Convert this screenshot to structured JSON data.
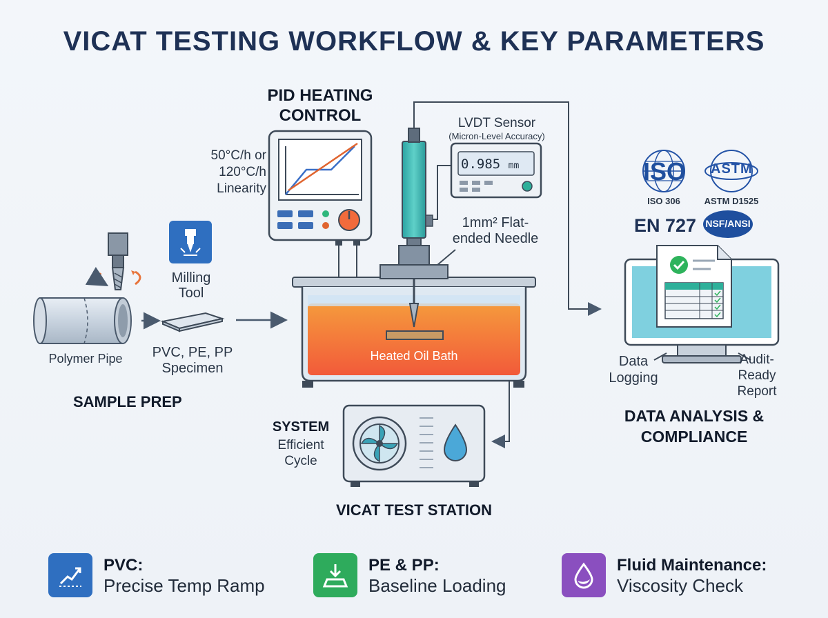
{
  "title": "VICAT TESTING WORKFLOW & KEY PARAMETERS",
  "sample_prep": {
    "header": "SAMPLE PREP",
    "pipe_label": "Polymer Pipe",
    "tool_label": "Milling Tool",
    "specimen_label": "PVC, PE, PP Specimen"
  },
  "pid": {
    "header": "PID HEATING CONTROL",
    "rate_label": "50°C/h or 120°C/h Linearity"
  },
  "lvdt": {
    "title": "LVDT Sensor",
    "subtitle": "(Micron-Level Accuracy)",
    "reading": "0.985",
    "unit": "mm"
  },
  "needle": {
    "label": "1mm² Flat-ended Needle"
  },
  "bath": {
    "label": "Heated Oil Bath"
  },
  "system": {
    "title": "SYSTEM",
    "subtitle": "Efficient Cycle"
  },
  "station": {
    "header": "VICAT TEST STATION"
  },
  "standards": {
    "iso_logo": "ISO",
    "iso_label": "ISO 306",
    "astm_logo": "ASTM",
    "astm_label": "ASTM D1525",
    "en_label": "EN 727",
    "nsf_logo": "NSF/ANSI"
  },
  "analysis": {
    "header": "DATA ANALYSIS & COMPLIANCE",
    "logging_label": "Data Logging",
    "report_label": "Audit-Ready Report"
  },
  "cards": [
    {
      "title": "PVC:",
      "subtitle": "Precise Temp Ramp",
      "color": "#2f6fc0",
      "icon": "trend-up-icon"
    },
    {
      "title": "PE & PP:",
      "subtitle": "Baseline Loading",
      "color": "#2eab5c",
      "icon": "download-tray-icon"
    },
    {
      "title": "Fluid Maintenance:",
      "subtitle": "Viscosity Check",
      "color": "#8a4fbf",
      "icon": "droplet-icon"
    }
  ]
}
